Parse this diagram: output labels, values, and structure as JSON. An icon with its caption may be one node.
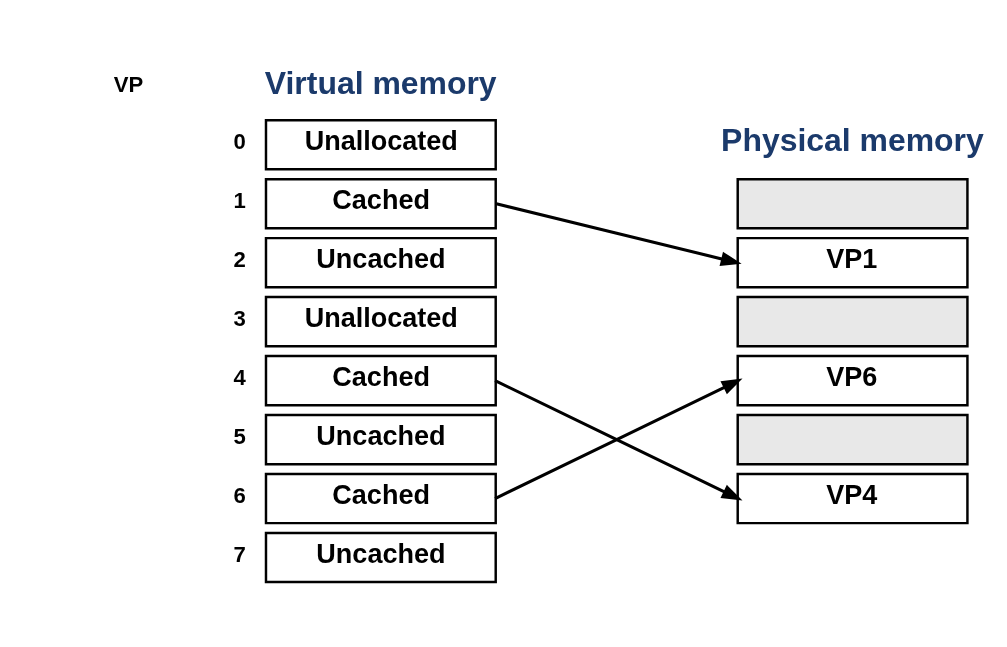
{
  "diagram": {
    "nodes": [
      {
        "text": [
          "Unallocated"
        ],
        "beside": [
          "0"
        ]
      },
      {
        "text": [
          "Cached"
        ],
        "beside": [
          "1"
        ]
      },
      {
        "text": [
          "Uncached"
        ],
        "beside": [
          "2"
        ]
      },
      {
        "text": [
          "Unallocated"
        ],
        "beside": [
          "3"
        ]
      },
      {
        "text": [
          "Cached"
        ],
        "beside": [
          "4"
        ]
      },
      {
        "text": [
          "Uncached"
        ],
        "beside": [
          "5"
        ]
      },
      {
        "text": [
          "Cached"
        ],
        "beside": [
          "6"
        ]
      },
      {
        "text": [
          "Uncached"
        ],
        "beside": [
          "7"
        ]
      },
      {
        "text": [],
        "shape": "box"
      },
      {
        "text": [
          "VP1"
        ]
      },
      {
        "text": [],
        "shape": "box"
      },
      {
        "text": [
          "VP6"
        ]
      },
      {
        "text": [],
        "shape": "box"
      },
      {
        "text": [
          "VP4"
        ]
      }
    ],
    "edges": [
      {
        "from": 1,
        "to": 9,
        "arrow": "to"
      },
      {
        "from": 4,
        "to": 13,
        "arrow": "to"
      },
      {
        "from": 6,
        "to": 11,
        "arrow": "to"
      }
    ],
    "labels": [
      "VP",
      "Virtual memory",
      "Physical memory"
    ]
  }
}
